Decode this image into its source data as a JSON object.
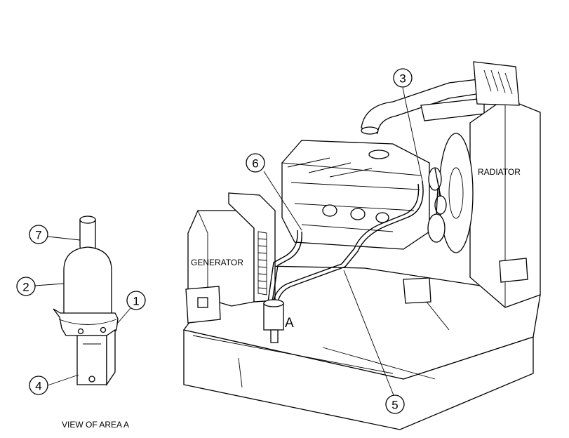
{
  "diagram": {
    "callouts": [
      "1",
      "2",
      "3",
      "4",
      "5",
      "6",
      "7"
    ],
    "labels": {
      "radiator": "RADIATOR",
      "generator": "GENERATOR",
      "area": "A",
      "view_caption": "VIEW OF AREA A"
    }
  }
}
